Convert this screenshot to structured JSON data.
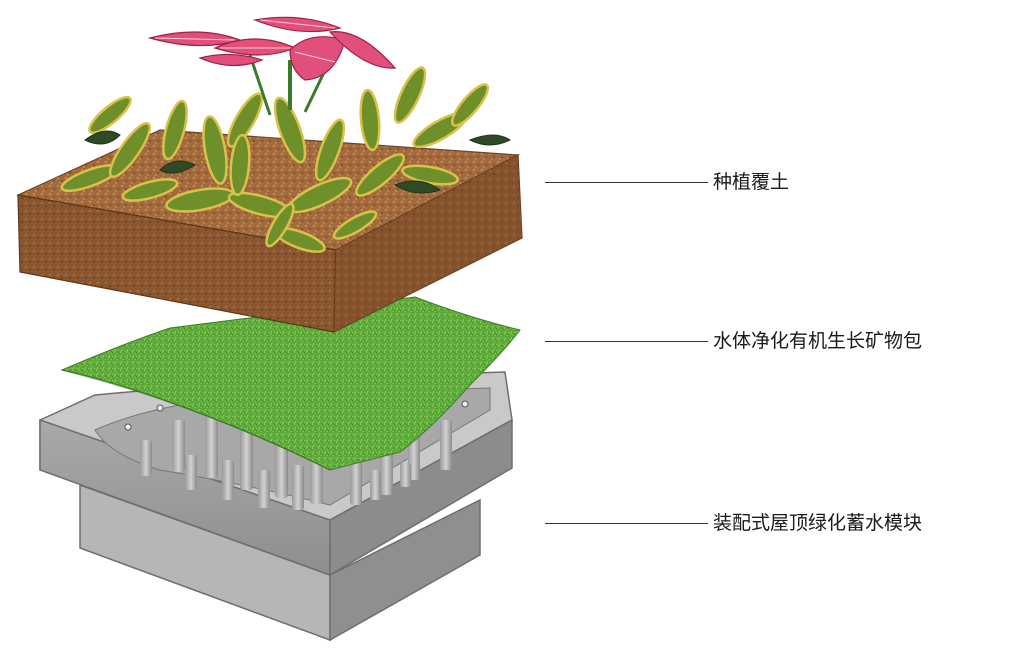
{
  "layers": [
    {
      "label": "种植覆土"
    },
    {
      "label": "水体净化有机生长矿物包"
    },
    {
      "label": "装配式屋顶绿化蓄水模块"
    }
  ],
  "colors": {
    "background": "#ffffff",
    "soil": "#a06a3e",
    "soil_side": "#8b5a33",
    "mat": "#5aa83a",
    "module": "#bdbdbd",
    "module_dark": "#8f8f8f",
    "leaf_green": "#6f8f2a",
    "leaf_edge": "#d8c24a",
    "flower": "#e0507a",
    "leader_line": "#333333"
  }
}
